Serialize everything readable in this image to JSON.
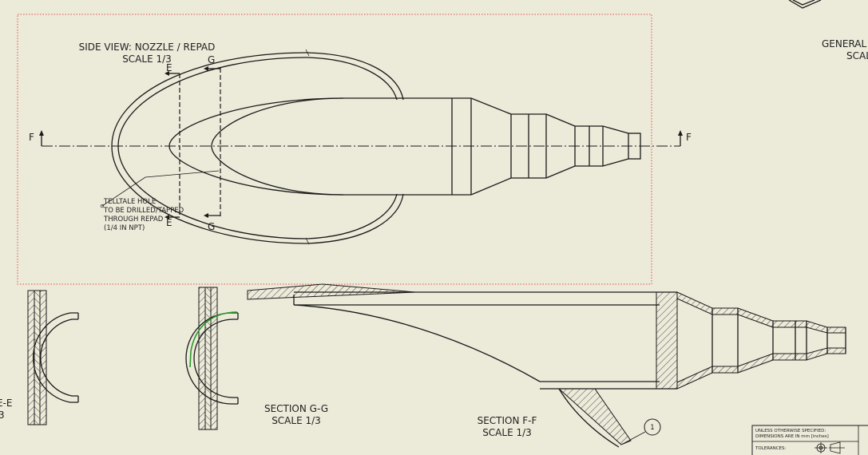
{
  "views": {
    "side_view": {
      "title": "SIDE VIEW: NOZZLE / REPAD",
      "scale": "SCALE 1/3",
      "note_lines": [
        "TELLTALE HOLE",
        "TO BE DRILLED/TAPPED",
        "THROUGH REPAD",
        "(1/4 IN NPT)"
      ],
      "cut_e": "E",
      "cut_g": "G",
      "cut_f": "F"
    },
    "section_ee": {
      "title_fragment": "E-E",
      "scale_fragment": "3"
    },
    "section_gg": {
      "title": "SECTION G-G",
      "scale": "SCALE 1/3"
    },
    "section_ff": {
      "title": "SECTION F-F",
      "scale": "SCALE 1/3"
    },
    "general": {
      "title_fragment": "GENERAL A",
      "scale_fragment": "SCAL"
    }
  },
  "balloon": "1",
  "title_block": {
    "line1": "UNLESS OTHERWISE SPECIFIED:",
    "line2": "DIMENSIONS ARE IN mm [inches]",
    "tolerances": "TOLERANCES:"
  },
  "colors": {
    "background": "#ecead9",
    "line": "#1a1a1a",
    "frame": "#e05050",
    "highlight": "#2a9a2a"
  }
}
